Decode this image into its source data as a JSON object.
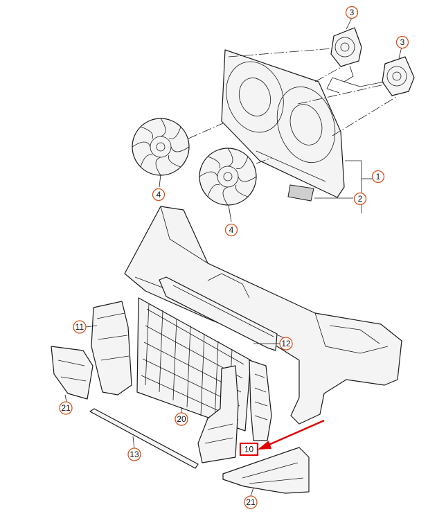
{
  "callouts": {
    "c1": "1",
    "c2": "2",
    "c3a": "3",
    "c3b": "3",
    "c4a": "4",
    "c4b": "4",
    "c10": "10",
    "c11": "11",
    "c12": "12",
    "c13": "13",
    "c20": "20",
    "c21a": "21",
    "c21b": "21"
  },
  "colors": {
    "callout_ring": "#d9531e",
    "highlight": "#e00000"
  },
  "highlighted_part": "10"
}
